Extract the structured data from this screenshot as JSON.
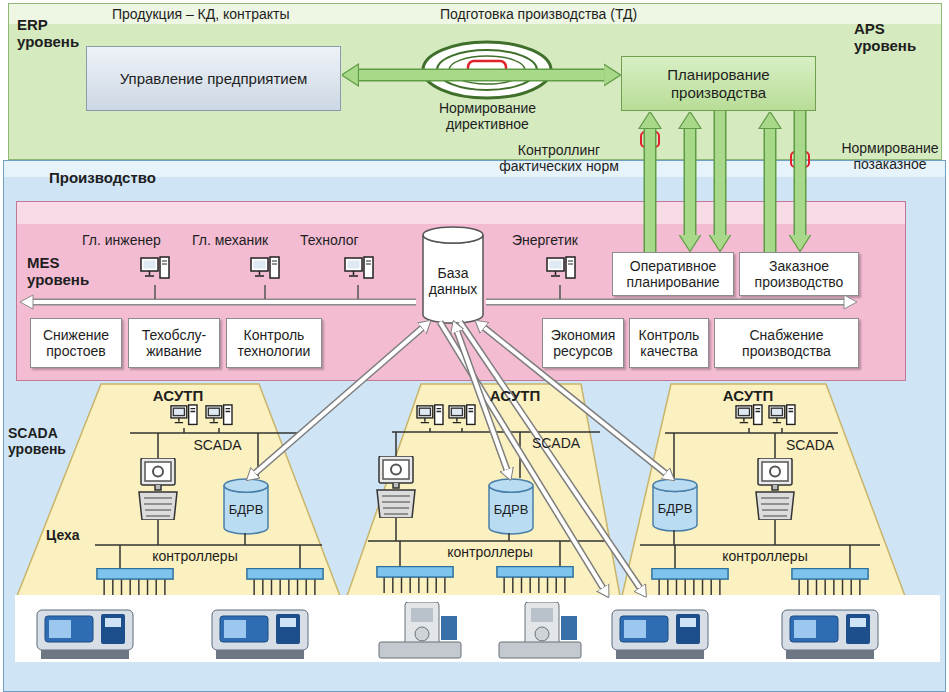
{
  "diagram": {
    "nodes": [
      {
        "text": [
          "ERP уровень",
          "APS уровень"
        ]
      },
      {
        "text": [
          "Управление предприятием"
        ],
        "in": 0
      },
      {
        "text": [
          "Планирование производства"
        ],
        "in": 0
      },
      {
        "text": [
          "Производство"
        ]
      },
      {
        "text": [
          "MES уровень"
        ],
        "in": 3
      },
      {
        "text": [
          "Оперативное планирование"
        ],
        "in": 4
      },
      {
        "text": [
          "Заказное производство"
        ],
        "in": 4
      },
      {
        "text": [
          "Снижение простоев"
        ],
        "in": 4
      },
      {
        "text": [
          "Техобслу- живание"
        ],
        "in": 4
      },
      {
        "text": [
          "Контроль технологии"
        ],
        "in": 4
      },
      {
        "text": [
          "База данных"
        ],
        "in": 4
      },
      {
        "text": [
          "Экономия ресурсов"
        ],
        "in": 4
      },
      {
        "text": [
          "Контроль качества"
        ],
        "in": 4
      },
      {
        "text": [
          "Снабжение производства"
        ],
        "in": 4
      },
      {
        "text": [
          "АСУТП"
        ],
        "in": 3
      },
      {
        "text": [
          "АСУТП"
        ],
        "in": 3
      },
      {
        "text": [
          "АСУТП"
        ],
        "in": 3
      },
      {
        "text": [
          "БДРВ"
        ],
        "in": 14
      },
      {
        "text": [
          "БДРВ"
        ],
        "in": 15
      },
      {
        "text": [
          "БДРВ"
        ],
        "in": 16
      }
    ],
    "edges": [
      {
        "from": 1,
        "to": 2,
        "arrow": "both"
      },
      {
        "from": 5,
        "to": 2,
        "arrow": "to"
      },
      {
        "from": 5,
        "to": 2,
        "arrow": "both"
      },
      {
        "from": 2,
        "to": 5,
        "arrow": "to"
      },
      {
        "from": 6,
        "to": 2,
        "arrow": "to"
      },
      {
        "from": 2,
        "to": 6,
        "arrow": "to"
      },
      {
        "from": 10,
        "to": 17,
        "arrow": "both"
      },
      {
        "from": 10,
        "to": 18,
        "arrow": "both"
      },
      {
        "from": 10,
        "to": 19,
        "arrow": "both"
      }
    ],
    "labels": [
      "Продукция – КД, контракты",
      "Подготовка производства (ТД)",
      "Нормирование директивное",
      "Контроллинг фактических норм",
      "Нормирование позаказное",
      "Гл. инженер",
      "Гл. механик",
      "Технолог",
      "Энергетик",
      "SCADA уровень",
      "SCADA",
      "SCADA",
      "SCADA",
      "Цеха",
      "контроллеры",
      "контроллеры",
      "контроллеры"
    ]
  }
}
